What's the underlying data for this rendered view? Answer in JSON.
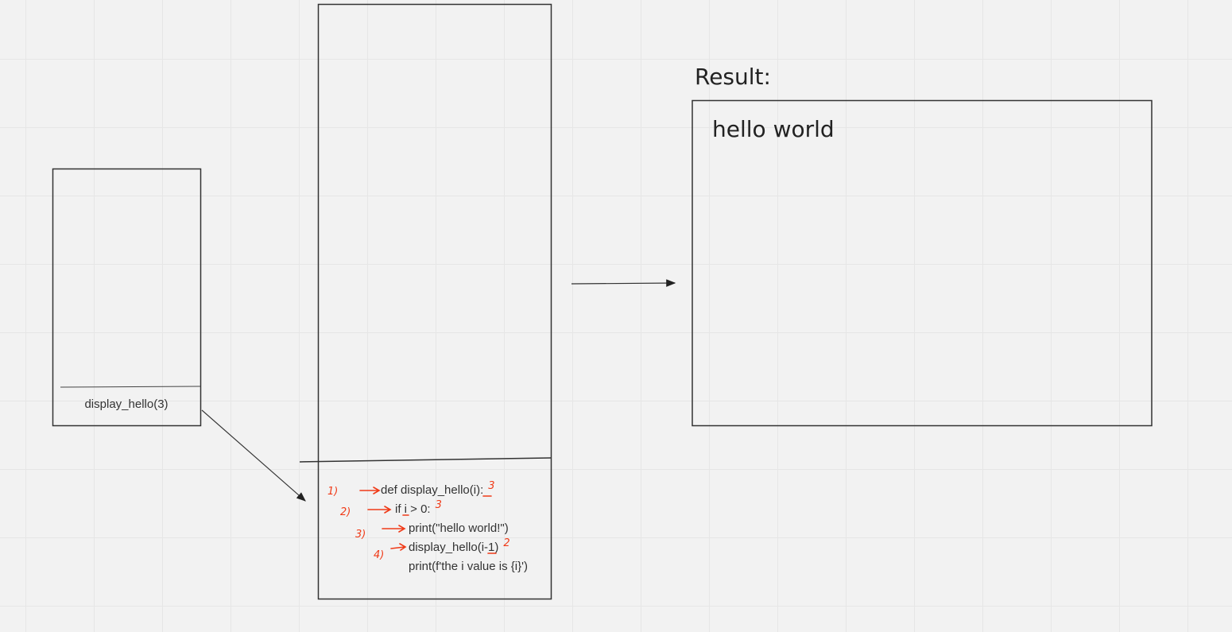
{
  "stack_frame": {
    "call_label": "display_hello(3)"
  },
  "function_frame": {
    "code_lines": [
      "def display_hello(i):",
      "if i > 0:",
      "print(\"hello world!\")",
      "display_hello(i-1)",
      "print(f'the i value is {i}')"
    ],
    "step_annotations": [
      "1)",
      "2)",
      "3)",
      "4)"
    ],
    "value_annotations": [
      "3",
      "3",
      "2"
    ]
  },
  "result": {
    "title": "Result:",
    "output": "hello world"
  },
  "colors": {
    "annotation": "#f03a17",
    "stroke": "#333333",
    "background": "#f2f2f2"
  }
}
